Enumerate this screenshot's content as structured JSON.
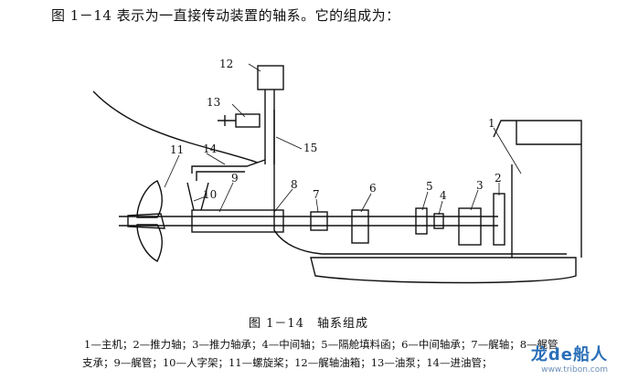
{
  "intro": "图 1－14 表示为一直接传动装置的轴系。它的组成为：",
  "caption": "图 1－14　轴系组成",
  "legend_line1": "1—主机；2—推力轴；3—推力轴承；4—中间轴；5—隔舱填料函；6—中间轴承；7—艉轴；8—艉管",
  "legend_line2": "支承；9—艉管；10—人字架；11—螺旋桨；12—艉轴油箱；13—油泵；14—进油管；",
  "labels": {
    "n1": "1",
    "n2": "2",
    "n3": "3",
    "n4": "4",
    "n5": "5",
    "n6": "6",
    "n7": "7",
    "n8": "8",
    "n9": "9",
    "n10": "10",
    "n11": "11",
    "n12": "12",
    "n13": "13",
    "n14": "14",
    "n15": "15"
  },
  "watermark": {
    "logo": "龙de船人",
    "url": "www.tribon.com"
  }
}
